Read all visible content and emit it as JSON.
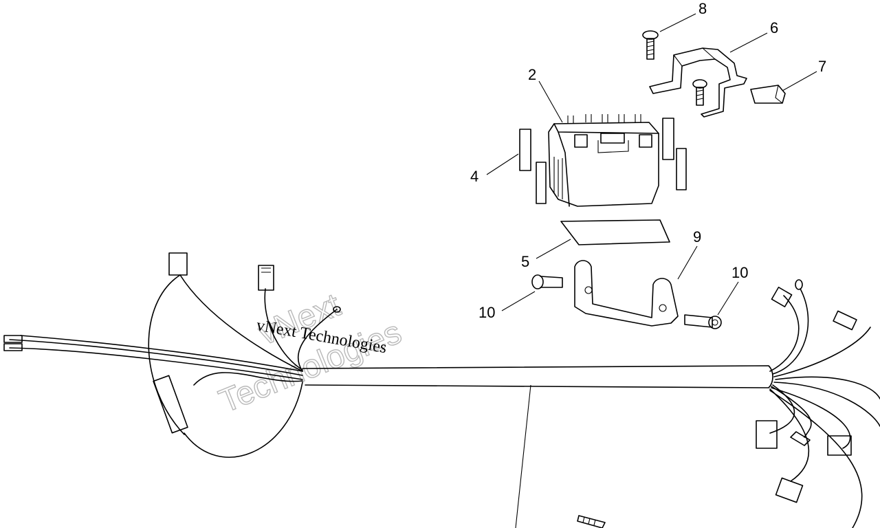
{
  "diagram": {
    "callouts": {
      "c2": "2",
      "c4": "4",
      "c5": "5",
      "c6": "6",
      "c7": "7",
      "c8": "8",
      "c9": "9",
      "c10a": "10",
      "c10b": "10"
    },
    "watermark": {
      "outline_line1": "vNext",
      "outline_line2": "Technologies",
      "text": "vNext Technologies"
    }
  }
}
